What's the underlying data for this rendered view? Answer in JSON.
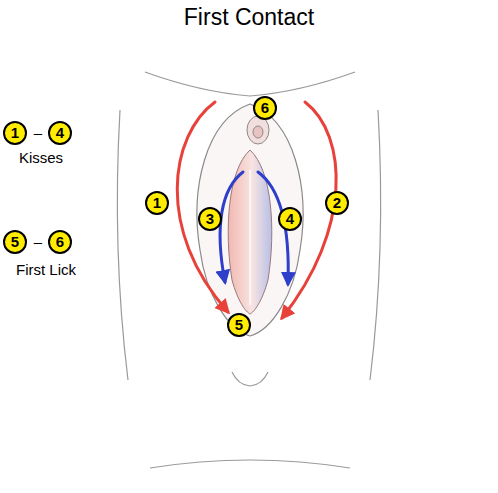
{
  "diagram": {
    "title": "First Contact",
    "nodes": [
      {
        "text": [
          "6"
        ]
      },
      {
        "text": [
          "1"
        ]
      },
      {
        "text": [
          "4"
        ]
      },
      {
        "text": [
          "1"
        ]
      },
      {
        "text": [
          "3"
        ]
      },
      {
        "text": [
          "4"
        ]
      },
      {
        "text": [
          "2"
        ]
      },
      {
        "text": [
          "5"
        ]
      },
      {
        "text": [
          "6"
        ]
      },
      {
        "text": [
          "5"
        ]
      }
    ],
    "labels": [
      "–",
      "Kisses",
      "–",
      "First Lick"
    ]
  }
}
